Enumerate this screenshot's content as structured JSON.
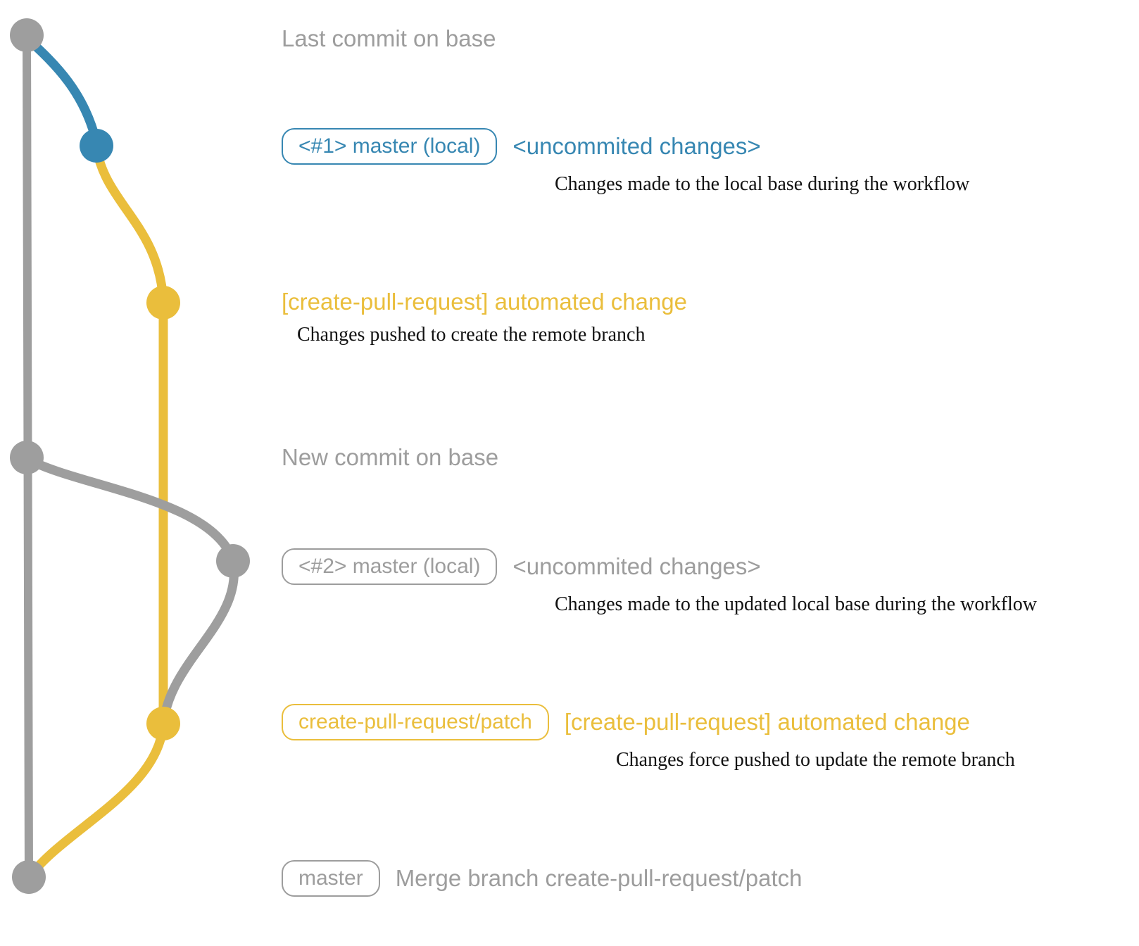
{
  "colors": {
    "gray": "#9e9e9e",
    "blue": "#3787b2",
    "yellow": "#eabe3c",
    "text_gray": "#9d9d9d",
    "note_black": "#111111",
    "bg": "#ffffff"
  },
  "rows": {
    "r1": {
      "title": "Last commit on base"
    },
    "r2": {
      "badge": "<#1> master (local)",
      "tag": "<uncommited changes>",
      "note": "Changes made to the local base during the workflow"
    },
    "r3": {
      "title": "[create-pull-request] automated change",
      "note": "Changes pushed to create the remote branch"
    },
    "r4": {
      "title": "New commit on base"
    },
    "r5": {
      "badge": "<#2> master (local)",
      "tag": "<uncommited changes>",
      "note": "Changes made to the updated local base during the workflow"
    },
    "r6": {
      "badge": "create-pull-request/patch",
      "tag": "[create-pull-request] automated change",
      "note": "Changes force pushed to update the remote branch"
    },
    "r7": {
      "badge": "master",
      "tag": "Merge branch create-pull-request/patch"
    }
  }
}
